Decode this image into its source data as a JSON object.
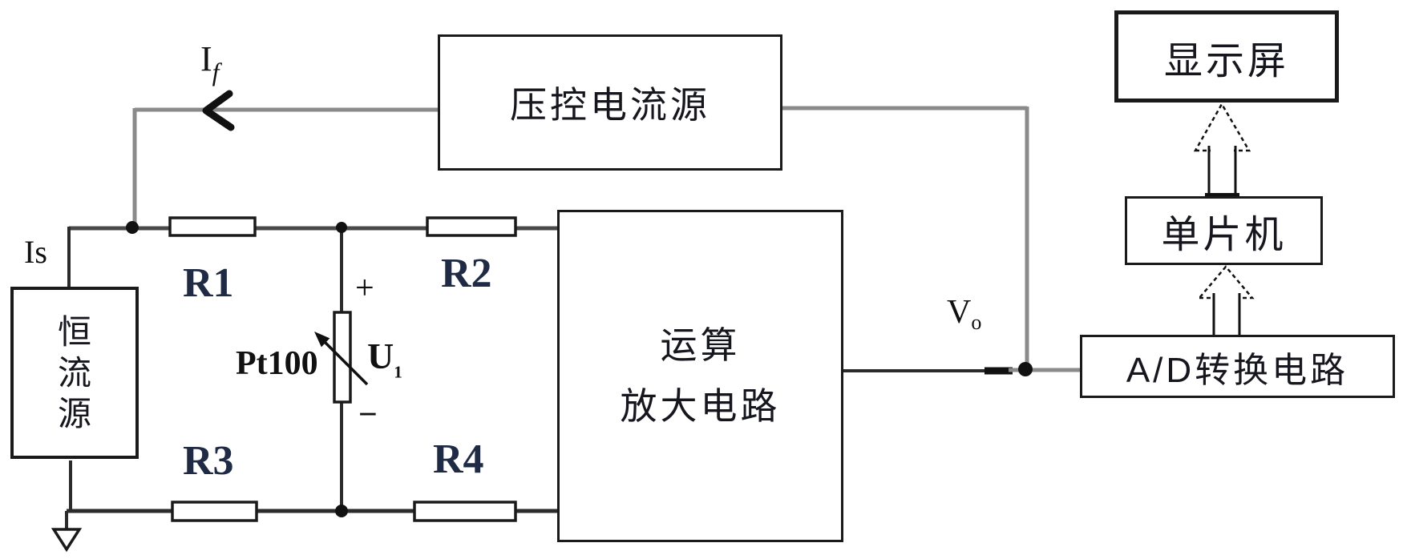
{
  "blocks": {
    "vccs": {
      "label": "压控电流源"
    },
    "ccs": {
      "label": "恒流源",
      "chars": [
        "恒",
        "流",
        "源"
      ]
    },
    "opamp": {
      "line1": "运算",
      "line2": "放大电路"
    },
    "adc": {
      "label": "A/D转换电路"
    },
    "mcu": {
      "label": "单片机"
    },
    "display": {
      "label": "显示屏"
    }
  },
  "labels": {
    "if": {
      "base": "I",
      "sub": "f"
    },
    "is": {
      "text": "Is"
    },
    "vo": {
      "base": "V",
      "sub": "o"
    },
    "u1": {
      "base": "U",
      "sub": "1"
    },
    "pt100": {
      "text": "Pt100"
    },
    "r1": "R1",
    "r2": "R2",
    "r3": "R3",
    "r4": "R4",
    "plus": "+",
    "minus": "−"
  },
  "colors": {
    "background": "#ffffff",
    "line_black": "#2b2b2b",
    "line_gray": "#8a8a8a",
    "rail_gray": "#4a4a4a",
    "box_border": "#1a1a1a",
    "text_dark": "#16161e",
    "r_label": "#1f2a44"
  }
}
